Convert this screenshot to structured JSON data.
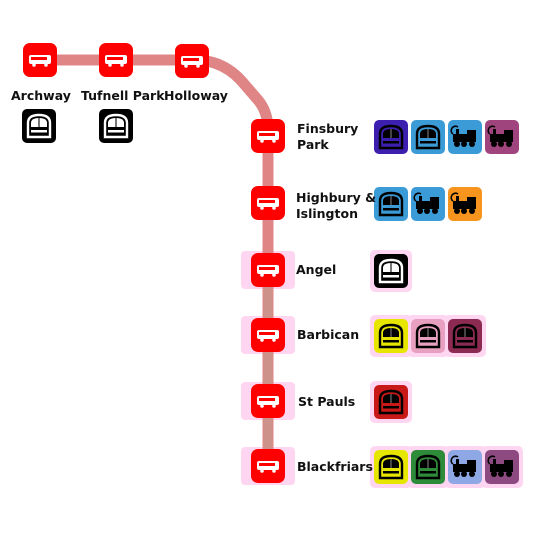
{
  "colors": {
    "route_line": "#e08585",
    "route_line_lower": "#c9948a",
    "bus_stop": "#ff0000",
    "halo": "#ffd6f2",
    "background": "#ffffff"
  },
  "stations": [
    {
      "id": "archway",
      "name_lines": [
        "Archway"
      ],
      "connections": [
        {
          "icon": "tube-icon",
          "color": "#000000"
        }
      ]
    },
    {
      "id": "tufnell-park",
      "name_lines": [
        "Tufnell Park"
      ],
      "connections": [
        {
          "icon": "tube-icon",
          "color": "#000000"
        }
      ]
    },
    {
      "id": "holloway",
      "name_lines": [
        "Holloway"
      ],
      "connections": []
    },
    {
      "id": "finsbury-park",
      "name_lines": [
        "Finsbury",
        "Park"
      ],
      "connections": [
        {
          "icon": "tube-icon",
          "color": "#3d1fb0"
        },
        {
          "icon": "tube-icon",
          "color": "#3b9bd6"
        },
        {
          "icon": "train-icon",
          "color": "#3b9bd6"
        },
        {
          "icon": "train-icon",
          "color": "#a0447e"
        }
      ]
    },
    {
      "id": "highbury-islington",
      "name_lines": [
        "Highbury &",
        "Islington"
      ],
      "connections": [
        {
          "icon": "tube-icon",
          "color": "#3b9bd6"
        },
        {
          "icon": "train-icon",
          "color": "#3b9bd6"
        },
        {
          "icon": "train-icon",
          "color": "#f7941d"
        }
      ]
    },
    {
      "id": "angel",
      "name_lines": [
        "Angel"
      ],
      "connections": [
        {
          "icon": "tube-icon",
          "color": "#000000"
        }
      ]
    },
    {
      "id": "barbican",
      "name_lines": [
        "Barbican"
      ],
      "connections": [
        {
          "icon": "tube-icon",
          "color": "#e6e600"
        },
        {
          "icon": "tube-icon",
          "color": "#e8a0c0"
        },
        {
          "icon": "tube-icon",
          "color": "#8c2a52"
        }
      ]
    },
    {
      "id": "st-pauls",
      "name_lines": [
        "St Pauls"
      ],
      "connections": [
        {
          "icon": "tube-icon",
          "color": "#c81818"
        }
      ]
    },
    {
      "id": "blackfriars",
      "name_lines": [
        "Blackfriars"
      ],
      "connections": [
        {
          "icon": "tube-icon",
          "color": "#e6e600"
        },
        {
          "icon": "tube-icon",
          "color": "#2e8b3a"
        },
        {
          "icon": "train-icon",
          "color": "#8ea8e6"
        },
        {
          "icon": "train-icon",
          "color": "#8c4a80"
        }
      ]
    }
  ]
}
